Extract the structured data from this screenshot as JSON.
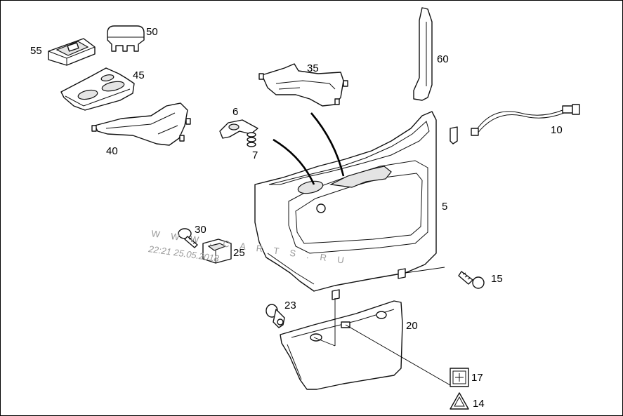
{
  "callouts": {
    "55": "55",
    "50": "50",
    "45": "45",
    "40": "40",
    "35": "35",
    "60": "60",
    "6": "6",
    "7": "7",
    "10": "10",
    "5": "5",
    "30": "30",
    "25": "25",
    "15": "15",
    "23": "23",
    "20": "20",
    "17": "17",
    "14": "14"
  },
  "watermark": {
    "url": "W W W . C A R T S . R U",
    "timestamp": "22:21 25.05.2018"
  },
  "colors": {
    "line": "#111111",
    "fill": "#ffffff",
    "shade": "#e4e4e4",
    "watermark": "#9a9a9a"
  }
}
